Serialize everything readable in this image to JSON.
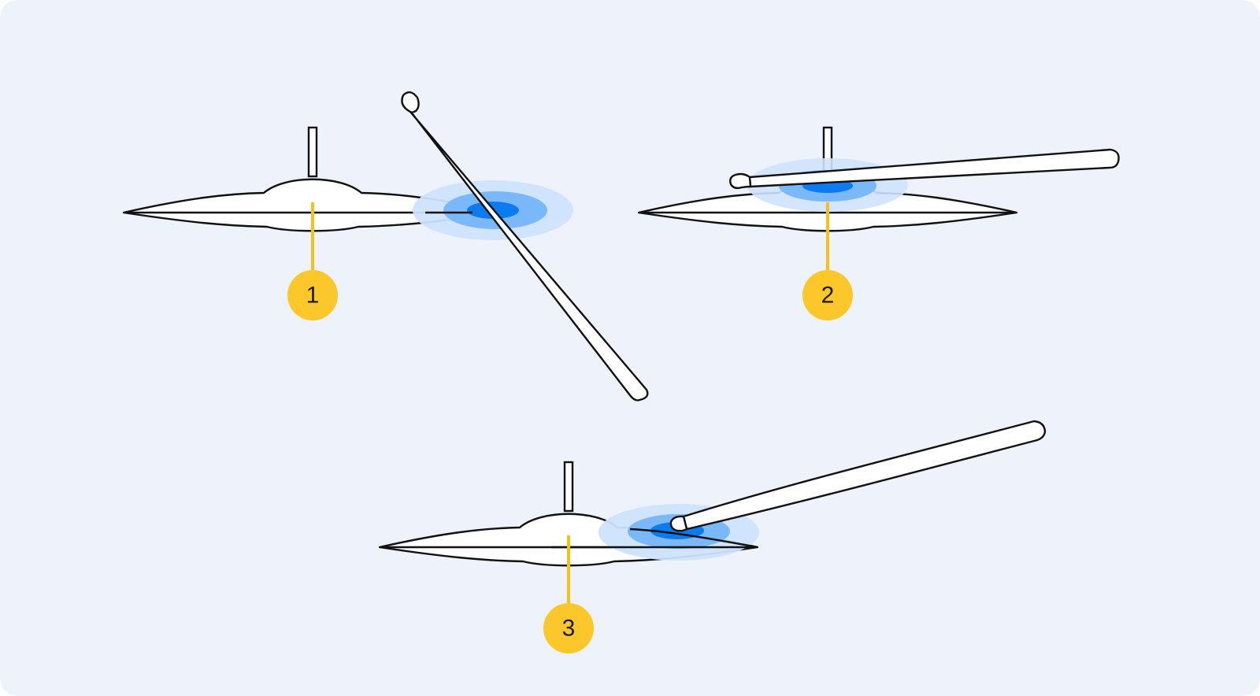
{
  "colors": {
    "background": "#eef3fb",
    "outline": "#111111",
    "fill": "#ffffff",
    "badge": "#fcc72a",
    "leader": "#f5c018",
    "impact_inner": "#0b7bef",
    "impact_mid": "#7ab8fa",
    "impact_outer": "#cfe3fd"
  },
  "callouts": [
    {
      "number": "1",
      "icon": "cymbal-edge-strike-icon"
    },
    {
      "number": "2",
      "icon": "cymbal-bell-strike-icon"
    },
    {
      "number": "3",
      "icon": "cymbal-bow-strike-icon"
    }
  ]
}
